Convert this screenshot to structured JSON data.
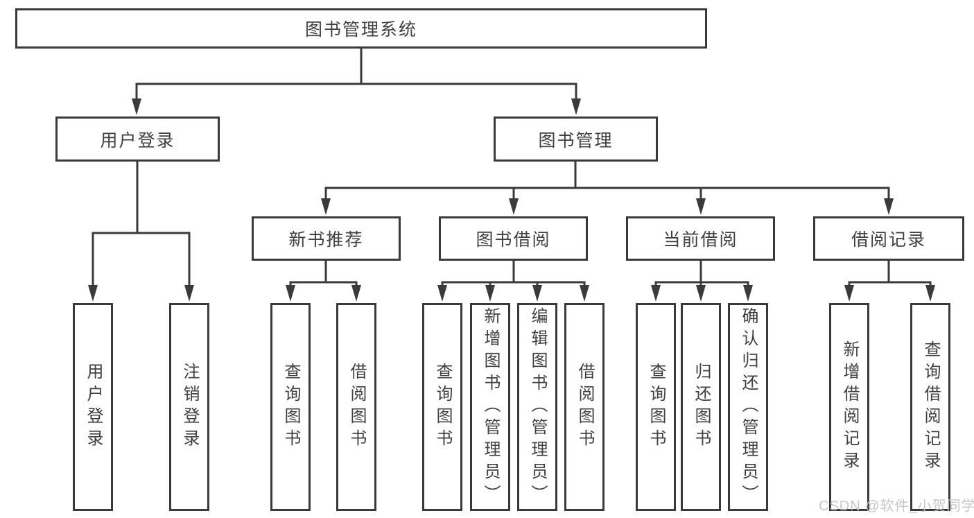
{
  "tree": {
    "root": "图书管理系统",
    "branches": [
      {
        "label": "用户登录",
        "children": [
          "用户登录",
          "注销登录"
        ]
      },
      {
        "label": "图书管理",
        "groups": [
          {
            "label": "新书推荐",
            "children": [
              "查询图书",
              "借阅图书"
            ]
          },
          {
            "label": "图书借阅",
            "children": [
              "查询图书",
              "新增图书（管理员）",
              "编辑图书（管理员）",
              "借阅图书"
            ]
          },
          {
            "label": "当前借阅",
            "children": [
              "查询图书",
              "归还图书",
              "确认归还（管理员）"
            ]
          },
          {
            "label": "借阅记录",
            "children": [
              "新增借阅记录",
              "查询借阅记录"
            ]
          }
        ]
      }
    ]
  },
  "watermark": "CSDN @软件_小贺同学",
  "colors": {
    "line": "#3a3a3a",
    "text": "#404040",
    "watermark": "#c3c3c3",
    "bg": "#ffffff"
  }
}
